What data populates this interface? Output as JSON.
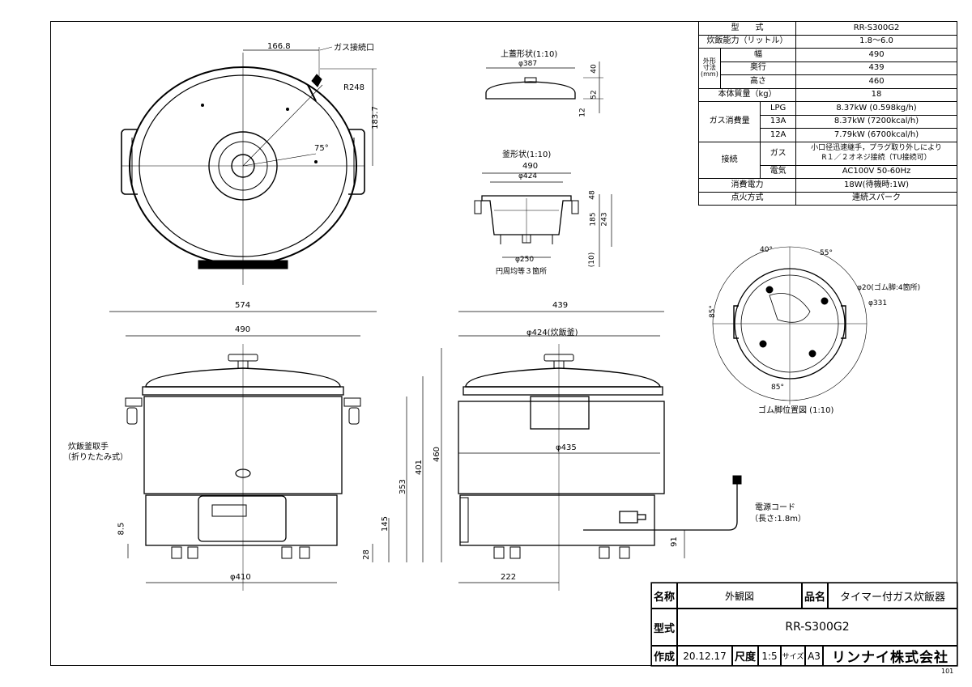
{
  "spec": {
    "model_label": "型　　式",
    "model": "RR-S300G2",
    "capacity_label": "炊飯能力（リットル）",
    "capacity": "1.8～6.0",
    "dims_group": "外形寸法(mm)",
    "width_label": "幅",
    "width": "490",
    "depth_label": "奥行",
    "depth": "439",
    "height_label": "高さ",
    "height": "460",
    "mass_label": "本体質量（kg）",
    "mass": "18",
    "gas_group": "ガス消費量",
    "gas_rows": [
      {
        "type": "LPG",
        "value": "8.37kW (0.598kg/h)"
      },
      {
        "type": "13A",
        "value": "8.37kW (7200kcal/h)"
      },
      {
        "type": "12A",
        "value": "7.79kW (6700kcal/h)"
      }
    ],
    "connect_group": "接続",
    "gas_conn_label": "ガス",
    "gas_conn_line1": "小口径迅速継手，プラグ取り外しにより",
    "gas_conn_line2": "R１／２オネジ接続（TU接続可）",
    "elec_label": "電気",
    "elec": "AC100V 50-60Hz",
    "power_label": "消費電力",
    "power": "18W(待機時:1W)",
    "ignition_label": "点火方式",
    "ignition": "連続スパーク"
  },
  "drawing": {
    "top": {
      "dim_1668": "166.8",
      "gas_inlet": "ガス接続口",
      "r248": "R248",
      "dim_1837": "183.7",
      "angle75": "75°"
    },
    "lid": {
      "title": "上蓋形状(1:10)",
      "d387": "φ387",
      "h40": "40",
      "h52": "52",
      "h12": "12"
    },
    "pot": {
      "title": "釜形状(1:10)",
      "w490": "490",
      "d424": "φ424",
      "h48": "48",
      "h185": "185",
      "h243": "243",
      "h10": "(10)",
      "d250": "φ250",
      "note": "円周均等３箇所"
    },
    "feet": {
      "a40": "40°",
      "a55": "55°",
      "foot_note": "φ20(ゴム脚:4箇所)",
      "d331": "φ331",
      "a85l": "85°",
      "a85b": "85°",
      "title": "ゴム脚位置図 (1:10)"
    },
    "front": {
      "w574": "574",
      "w490": "490",
      "h460": "460",
      "h401": "401",
      "h353": "353",
      "h145": "145",
      "h28": "28",
      "h85": "8.5",
      "d410": "φ410",
      "handle_l1": "炊飯釜取手",
      "handle_l2": "（折りたたみ式）"
    },
    "side": {
      "w439": "439",
      "d424": "φ424(炊飯釜)",
      "d435": "φ435",
      "w222": "222",
      "h91": "91",
      "cord_l1": "電源コード",
      "cord_l2": "（長さ:1.8m）"
    }
  },
  "title_block": {
    "name_label": "名称",
    "name": "外観図",
    "product_label": "品名",
    "product": "タイマー付ガス炊飯器",
    "type_label": "型式",
    "type": "RR-S300G2",
    "made_label": "作成",
    "date": "20.12.17",
    "scale_label": "尺度",
    "scale": "1:5",
    "size_label": "サイズ",
    "size": "A3",
    "company": "リンナイ株式会社"
  },
  "page_no": "101"
}
